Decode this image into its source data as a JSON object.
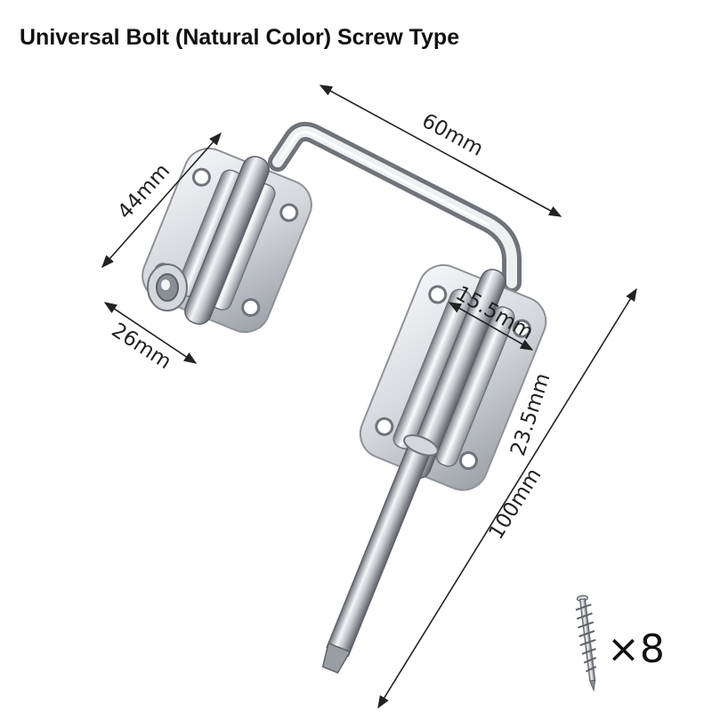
{
  "title": "Universal Bolt (Natural Color) Screw Type",
  "dimensions": {
    "width_top": "60mm",
    "plate_length": "44mm",
    "plate_width": "26mm",
    "inner": "15.5mm",
    "side": "23.5mm",
    "overall": "100mm"
  },
  "screws": {
    "quantity_label": "×8",
    "icon": "screw-icon"
  },
  "colors": {
    "metal_light": "#f4f5f7",
    "metal_mid": "#c3c6cb",
    "metal_dark": "#6f737a",
    "text": "#222222"
  }
}
